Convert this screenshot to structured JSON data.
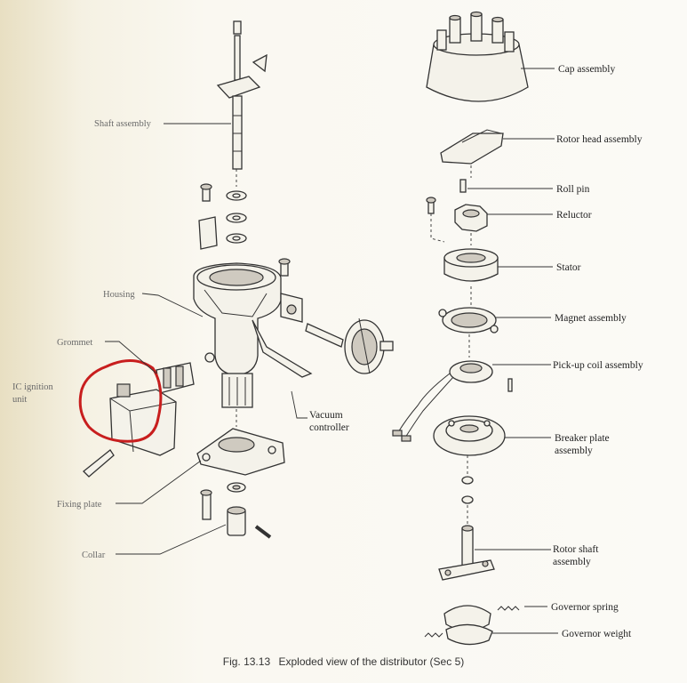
{
  "labels": {
    "shaft_assembly": "Shaft assembly",
    "housing": "Housing",
    "grommet": "Grommet",
    "ic_ignition_unit_1": "IC ignition",
    "ic_ignition_unit_2": "unit",
    "fixing_plate": "Fixing plate",
    "collar": "Collar",
    "vacuum_controller_1": "Vacuum",
    "vacuum_controller_2": "controller",
    "cap_assembly": "Cap assembly",
    "rotor_head_assembly": "Rotor head assembly",
    "roll_pin": "Roll pin",
    "reluctor": "Reluctor",
    "stator": "Stator",
    "magnet_assembly": "Magnet assembly",
    "pickup_coil_assembly": "Pick-up coil assembly",
    "breaker_plate_assembly_1": "Breaker plate",
    "breaker_plate_assembly_2": "assembly",
    "rotor_shaft_assembly_1": "Rotor shaft",
    "rotor_shaft_assembly_2": "assembly",
    "governor_spring": "Governor spring",
    "governor_weight": "Governor weight"
  },
  "caption": {
    "figure_number": "Fig. 13.13",
    "title": "Exploded view of the distributor (Sec 5)"
  },
  "colors": {
    "highlight_circle": "#c81e1e",
    "line_art": "#333333"
  }
}
